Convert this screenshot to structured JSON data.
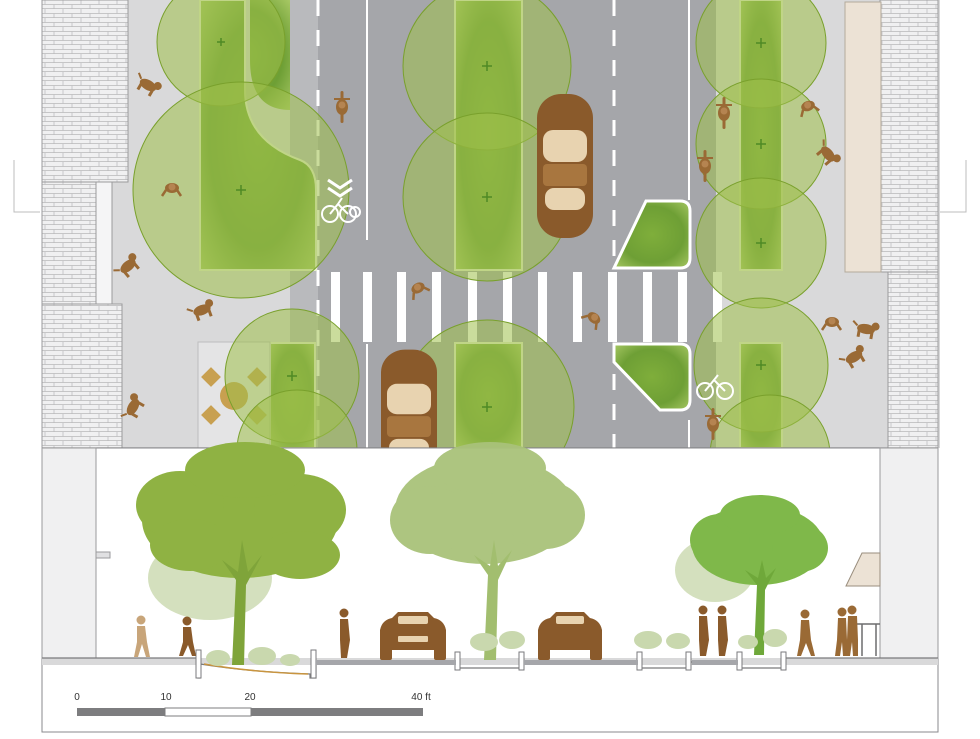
{
  "scale_bar": {
    "labels": [
      "0",
      "10",
      "20",
      "40 ft"
    ]
  },
  "colors": {
    "pavement": "#a5a6aa",
    "sidewalk": "#d9d9da",
    "building": "#f0f0f1",
    "brick_line": "#b8b8ba",
    "canopy": "#9fc04a",
    "canopy_stroke": "#79a02c",
    "lawn": "#6e9f35",
    "lawn_light": "#a6c763",
    "figure_brown": "#9a6a35",
    "figure_tan": "#c8a57a",
    "car_brown": "#8a5a2b",
    "car_tan": "#e8d3b0",
    "tree_dark": "#8fb243",
    "tree_mid": "#a9c27a",
    "tree_light": "#c9d8ae",
    "marking": "#ffffff"
  },
  "icons": {
    "bike_symbol": "bicycle-marking-icon",
    "sharrow": "chevron-marking-icon",
    "pedestrian": "pedestrian-icon",
    "dog": "dog-icon",
    "car": "car-icon",
    "cyclist": "cyclist-icon",
    "tree": "tree-icon",
    "cafe_table": "cafe-table-icon"
  }
}
